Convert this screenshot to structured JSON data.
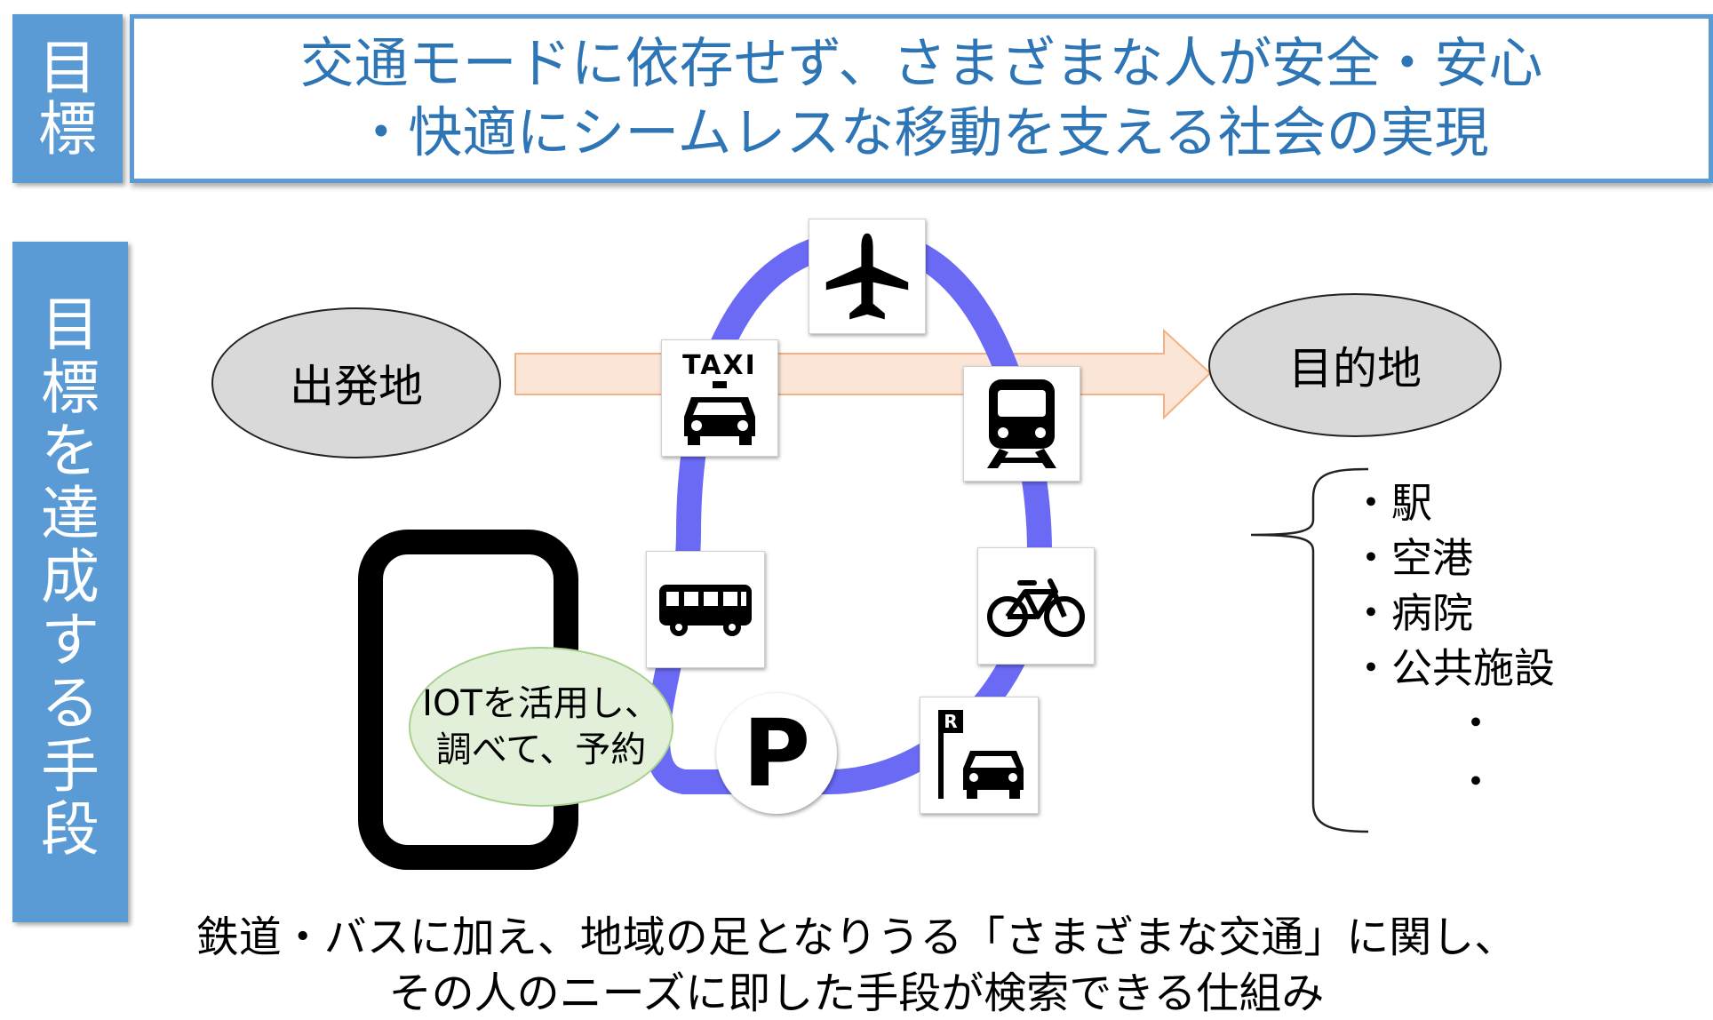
{
  "goal": {
    "label_chars": [
      "目",
      "標"
    ],
    "lines": [
      "交通モードに依存せず、さまざまな人が安全・安心",
      "・快適にシームレスな移動を支える社会の実現"
    ]
  },
  "means": {
    "label_chars": [
      "目",
      "標",
      "を",
      "達",
      "成",
      "す",
      "る",
      "手",
      "段"
    ]
  },
  "origin": "出発地",
  "destination": "目的地",
  "destination_examples": [
    "・駅",
    "・空港",
    "・病院",
    "・公共施設",
    "・",
    "・"
  ],
  "iot_bubble": [
    "IOTを活用し、",
    "調べて、予約"
  ],
  "transport_icons": {
    "taxi_label": "TAXI",
    "parking_label": "P",
    "park_ride_label": "R",
    "icons": [
      "airplane-icon",
      "taxi-icon",
      "train-icon",
      "bus-icon",
      "bicycle-icon",
      "parking-icon",
      "park-and-ride-icon"
    ]
  },
  "bottom_text": [
    "鉄道・バスに加え、地域の足となりうる「さまざまな交通」に関し、",
    "その人のニーズに即した手段が検索できる仕組み"
  ],
  "colors": {
    "label_blue": "#5b9bd5",
    "goal_text": "#2e75b6",
    "ring": "#6a6af5",
    "arrow_fill": "#fbe5d6",
    "arrow_stroke": "#f4b183",
    "ellipse_fill": "#d9d9d9",
    "bubble_fill": "#e2efd9"
  }
}
